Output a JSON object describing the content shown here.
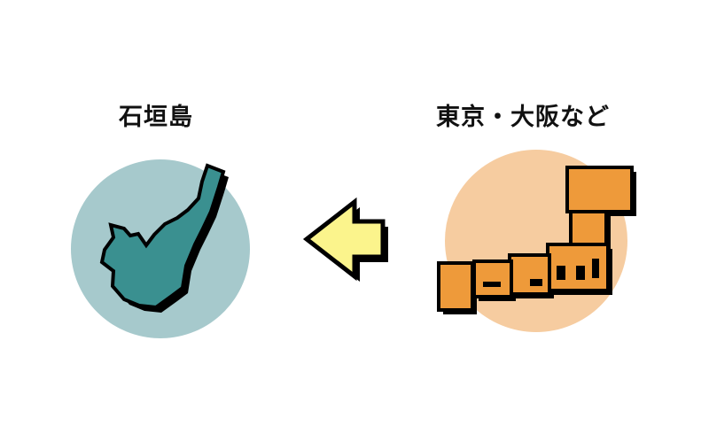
{
  "destination": {
    "label": "石垣島",
    "circle_color": "#a6c9cc",
    "island_color": "#3a9090",
    "icon": "ishigaki-island-icon"
  },
  "origin": {
    "label": "東京・大阪など",
    "circle_color": "#f6ccA0",
    "map_color": "#ee9a3a",
    "icon": "japan-mainland-map-icon"
  },
  "arrow": {
    "direction": "left",
    "color": "#fbf48c",
    "icon": "left-arrow-icon"
  }
}
